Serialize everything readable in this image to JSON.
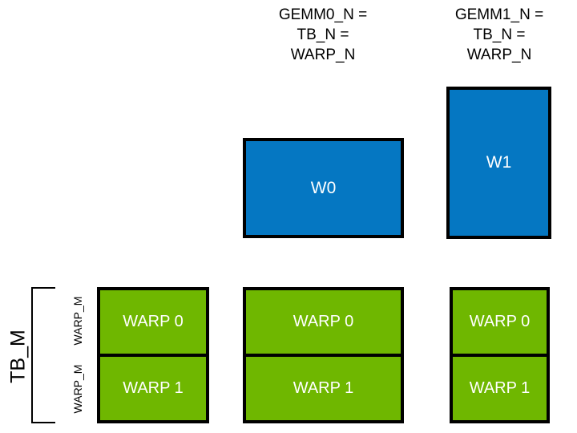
{
  "diagram": {
    "title_columns": [
      {
        "id": "gemm0",
        "caption": "GEMM0_N =\nTB_N =\nWARP_N"
      },
      {
        "id": "gemm1",
        "caption": "GEMM1_N =\nTB_N =\nWARP_N"
      }
    ],
    "blue_tiles": [
      {
        "id": "w0",
        "label": "W0"
      },
      {
        "id": "w1",
        "label": "W1"
      }
    ],
    "green_stacks": [
      {
        "id": "stack-0",
        "cells": [
          {
            "label": "WARP 0"
          },
          {
            "label": "WARP 1"
          }
        ]
      },
      {
        "id": "stack-1",
        "cells": [
          {
            "label": "WARP 0"
          },
          {
            "label": "WARP 1"
          }
        ]
      },
      {
        "id": "stack-2",
        "cells": [
          {
            "label": "WARP 0"
          },
          {
            "label": "WARP 1"
          }
        ]
      }
    ],
    "axis_labels": {
      "tb_m": "TB_M",
      "warp_m_top": "WARP_M",
      "warp_m_bottom": "WARP_M"
    },
    "colors": {
      "blue_fill": "#0577C2",
      "green_fill": "#6FB700",
      "outline": "#000000",
      "box_text": "#FFFFFF",
      "caption_text": "#000000",
      "background": "#FFFFFF"
    }
  }
}
